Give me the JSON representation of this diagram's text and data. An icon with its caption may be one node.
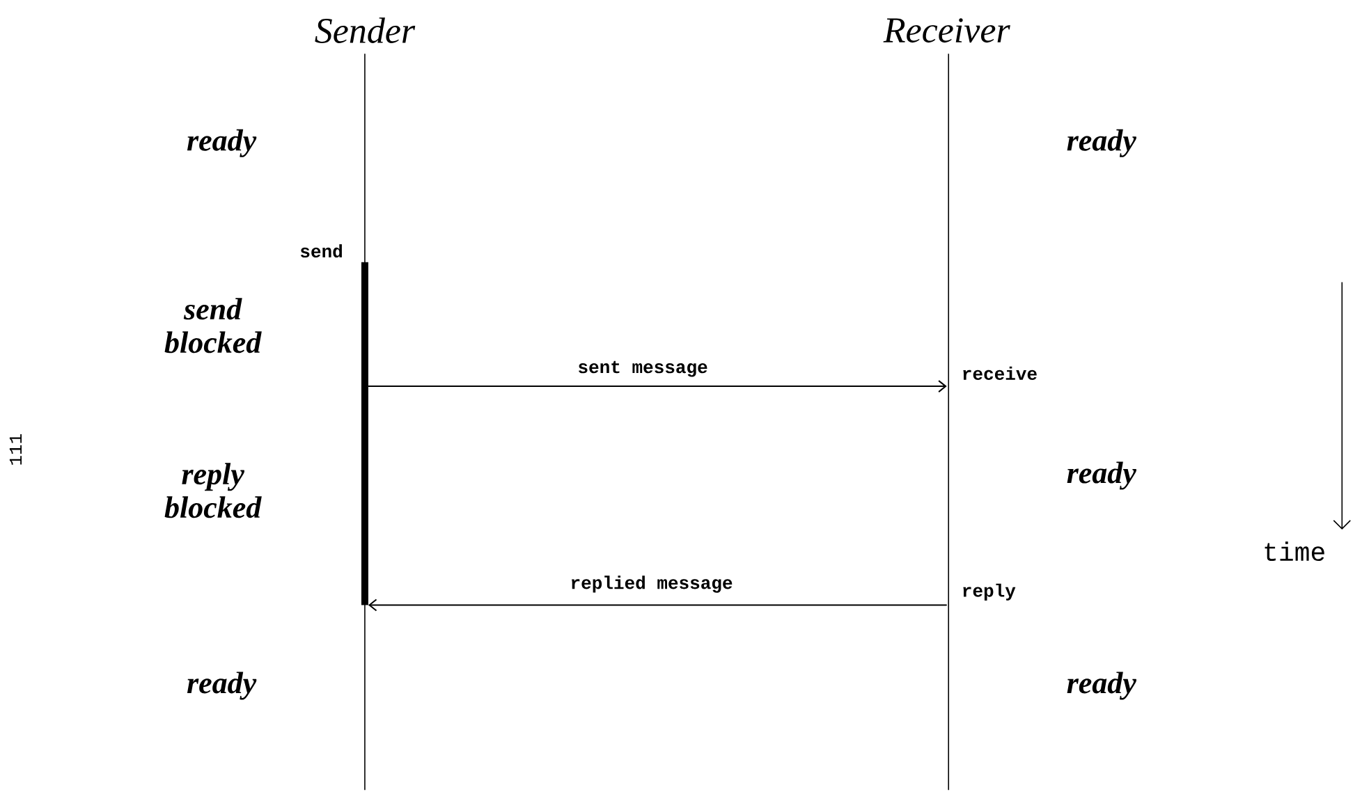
{
  "diagram": {
    "nodes": [
      {
        "text": [
          "Sender"
        ]
      },
      {
        "text": [
          "Receiver"
        ]
      }
    ],
    "edges": [
      {
        "from": 0,
        "to": 1,
        "arrow": "to",
        "label": "sent message"
      },
      {
        "from": 1,
        "to": 0,
        "arrow": "to",
        "label": "replied message"
      }
    ],
    "labels": [
      "ready",
      "ready",
      "send",
      "send blocked",
      "receive",
      "111",
      "reply blocked",
      "ready",
      "time",
      "reply",
      "ready",
      "ready"
    ]
  }
}
